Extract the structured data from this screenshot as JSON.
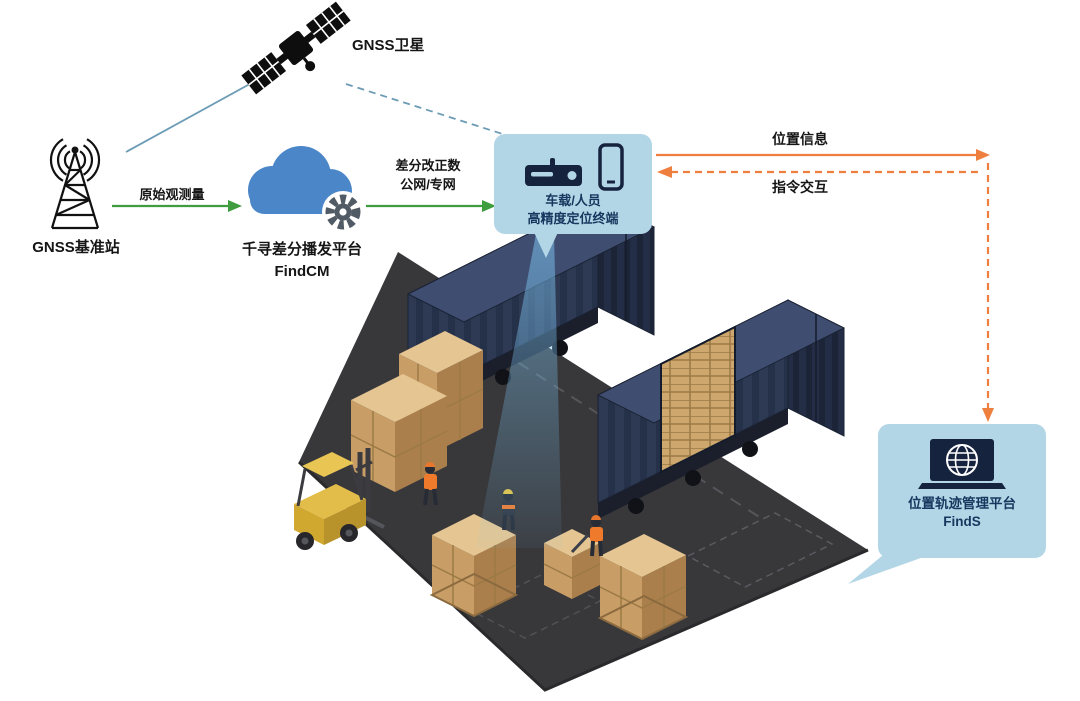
{
  "diagram": {
    "satellite": {
      "label": "GNSS卫星"
    },
    "base_station": {
      "label": "GNSS基准站"
    },
    "cloud_platform": {
      "name": "千寻差分播发平台",
      "product": "FindCM"
    },
    "flows": {
      "raw_observation": "原始观测量",
      "corrections_line1": "差分改正数",
      "corrections_line2": "公网/专网",
      "position_info": "位置信息",
      "command_interaction": "指令交互"
    },
    "terminal": {
      "line1": "车载/人员",
      "line2": "高精度定位终端"
    },
    "management_platform": {
      "name": "位置轨迹管理平台",
      "product": "FindS"
    }
  },
  "colors": {
    "bubble_bg": "#b3d6e7",
    "bubble_text": "#17375e",
    "arrow_green": "#3f9d3f",
    "arrow_orange": "#ee7f3e",
    "line_teal": "#6b9bb5",
    "cloud_blue": "#4a86c8",
    "gear_gray": "#515b66",
    "platform_gray": "#38383b",
    "container_navy": "#2e3a54",
    "crate_tan": "#c99e66",
    "forklift_yellow": "#e0bb45",
    "beam_blue": "#7dc3f0",
    "icon_black": "#111111"
  }
}
